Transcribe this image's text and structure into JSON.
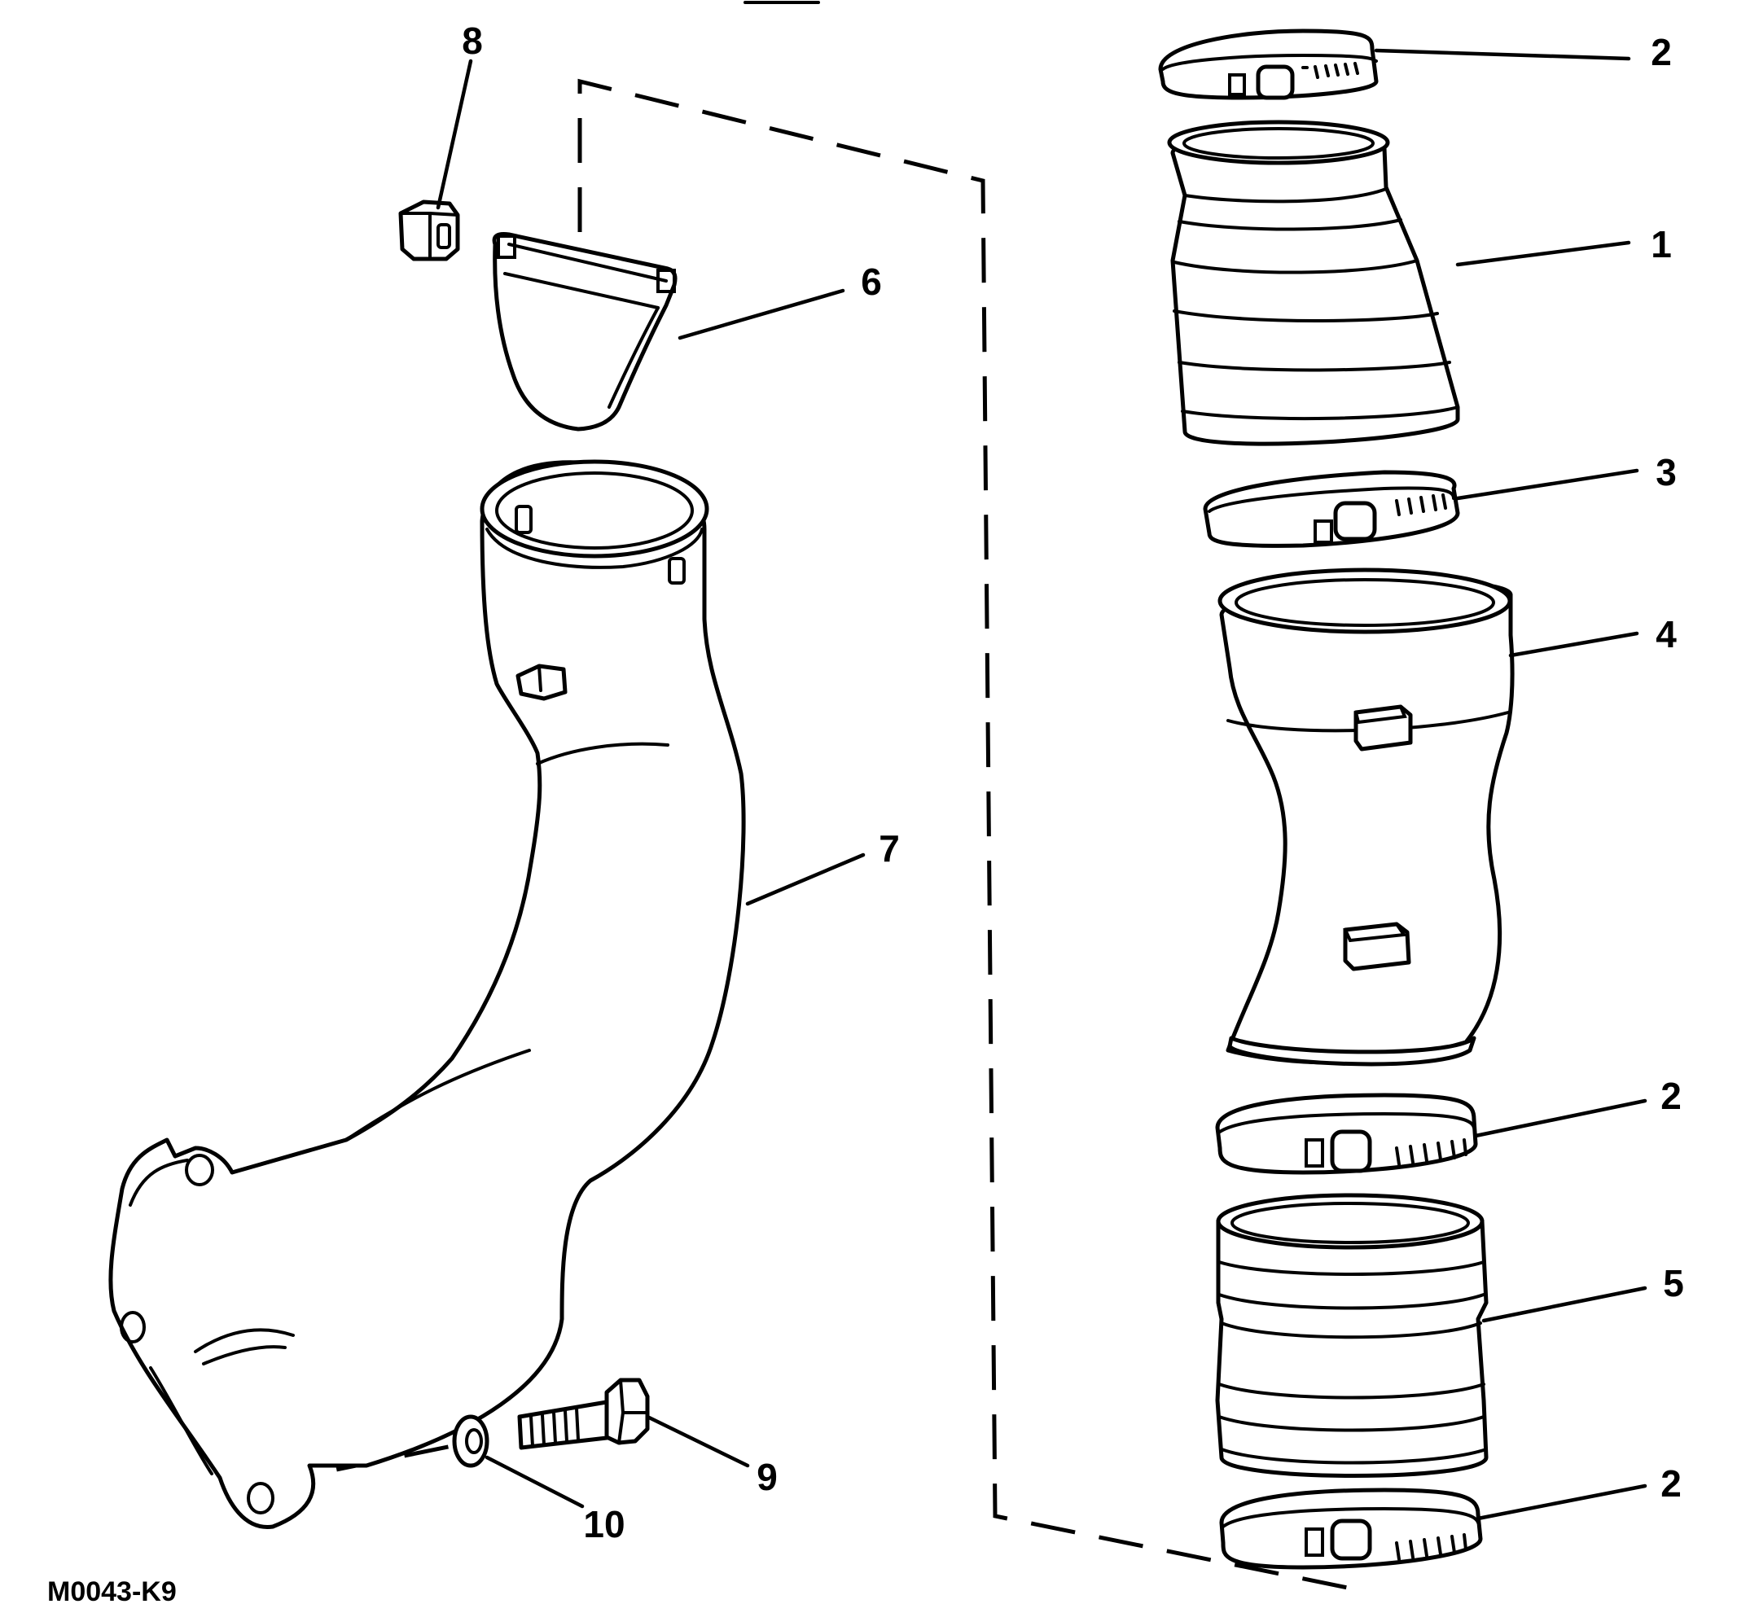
{
  "figure_id": "M0043-K9",
  "callouts": {
    "c2_top": "2",
    "c1": "1",
    "c3": "3",
    "c4": "4",
    "c2_mid": "2",
    "c5": "5",
    "c2_bottom": "2",
    "c6": "6",
    "c7": "7",
    "c8": "8",
    "c9": "9",
    "c10": "10"
  }
}
